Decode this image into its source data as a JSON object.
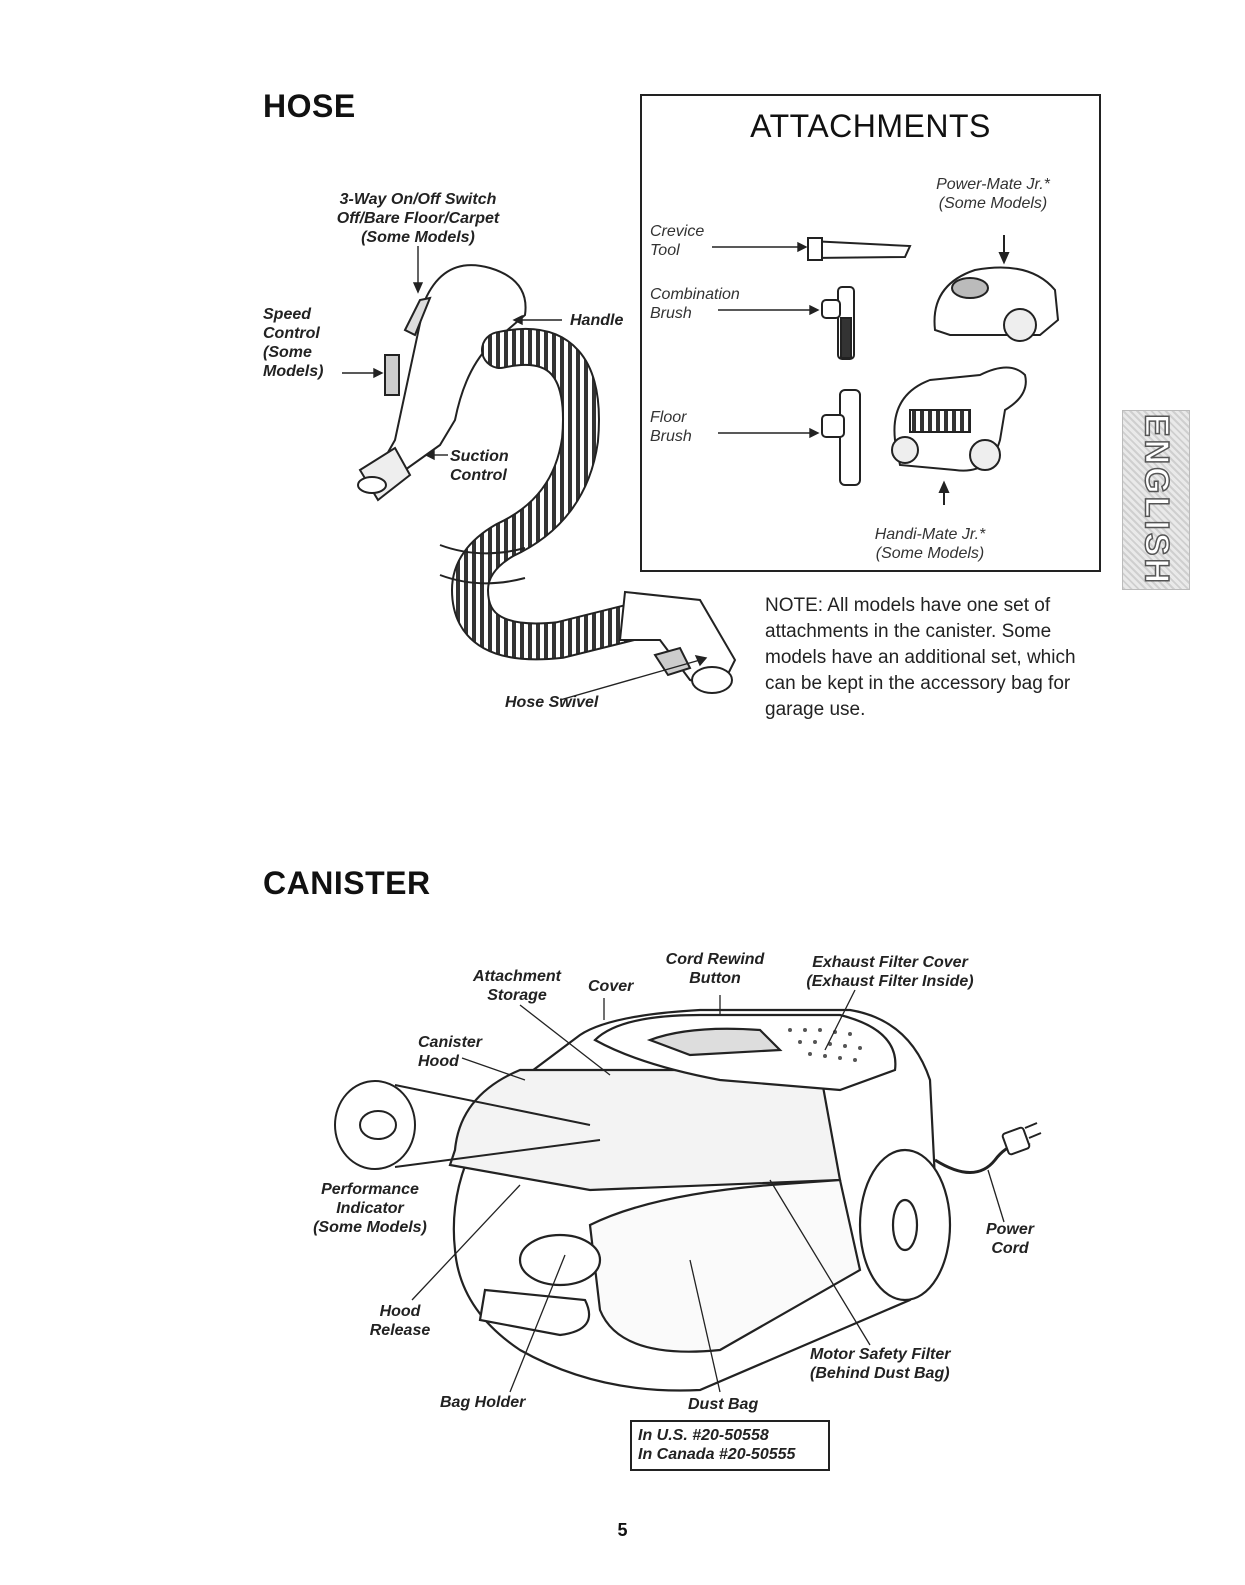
{
  "hose": {
    "title": "HOSE",
    "labels": {
      "switch_1": "3-Way On/Off Switch",
      "switch_2": "Off/Bare Floor/Carpet",
      "switch_3": "(Some Models)",
      "speed_1": "Speed",
      "speed_2": "Control",
      "speed_3": "(Some",
      "speed_4": "Models)",
      "handle": "Handle",
      "suction_1": "Suction",
      "suction_2": "Control",
      "swivel": "Hose Swivel"
    }
  },
  "attachments": {
    "title": "ATTACHMENTS",
    "crevice_1": "Crevice",
    "crevice_2": "Tool",
    "combo_1": "Combination",
    "combo_2": "Brush",
    "floor_1": "Floor",
    "floor_2": "Brush",
    "powermate_1": "Power-Mate Jr.*",
    "powermate_2": "(Some Models)",
    "handimate_1": "Handi-Mate Jr.*",
    "handimate_2": "(Some Models)"
  },
  "note": {
    "prefix": "NOTE:",
    "text": "All models have one set of attachments in the canister. Some models have an additional set, which can be kept in the accessory bag for garage use."
  },
  "side_tab": "ENGLISH",
  "canister": {
    "title": "CANISTER",
    "labels": {
      "attach_1": "Attachment",
      "attach_2": "Storage",
      "cover": "Cover",
      "rewind_1": "Cord Rewind",
      "rewind_2": "Button",
      "exhaust_1": "Exhaust Filter Cover",
      "exhaust_2": "(Exhaust Filter Inside)",
      "hood_1": "Canister",
      "hood_2": "Hood",
      "perf_1": "Performance",
      "perf_2": "Indicator",
      "perf_3": "(Some Models)",
      "power_1": "Power",
      "power_2": "Cord",
      "release_1": "Hood",
      "release_2": "Release",
      "motor_1": "Motor Safety Filter",
      "motor_2": "(Behind Dust Bag)",
      "bagholder": "Bag Holder",
      "dustbag": "Dust Bag",
      "dust_us": "In U.S. #20-50558",
      "dust_ca": "In Canada #20-50555"
    }
  },
  "page_number": "5"
}
